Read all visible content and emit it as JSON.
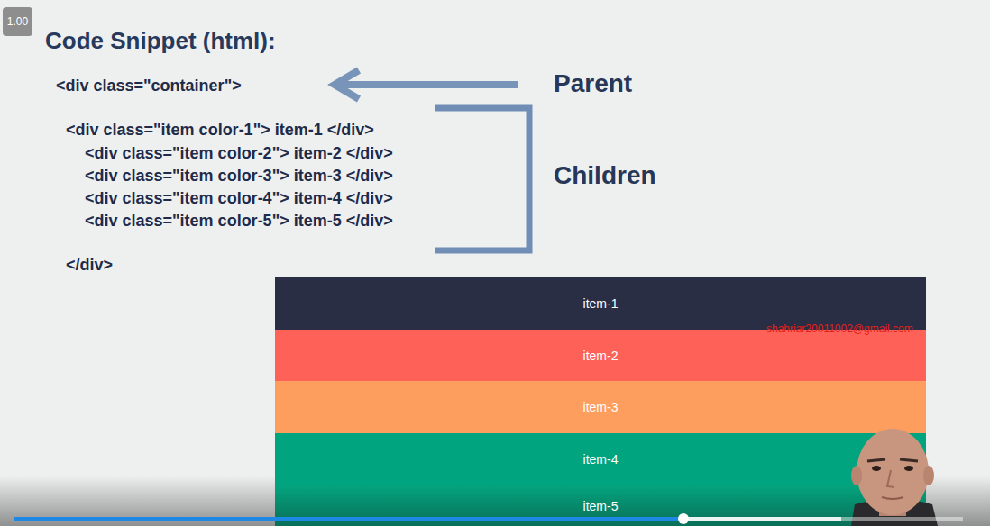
{
  "diagram": {
    "title": "Code Snippet (html):",
    "nodes": [
      {
        "text": [
          "item-1"
        ]
      },
      {
        "text": [
          "item-2"
        ]
      },
      {
        "text": [
          "item-3"
        ]
      },
      {
        "text": [
          "item-4"
        ]
      },
      {
        "text": [
          "item-5"
        ]
      }
    ],
    "labels": [
      "1.00",
      "<div class=\"container\">",
      "<div class=\"item color-1\"> item-1 </div>",
      "<div class=\"item color-2\"> item-2 </div>",
      "<div class=\"item color-3\"> item-3 </div>",
      "<div class=\"item color-4\"> item-4 </div>",
      "<div class=\"item color-5\"> item-5 </div>",
      "</div>",
      "Parent",
      "Children",
      "shahriar20011002@gmail.com"
    ]
  }
}
